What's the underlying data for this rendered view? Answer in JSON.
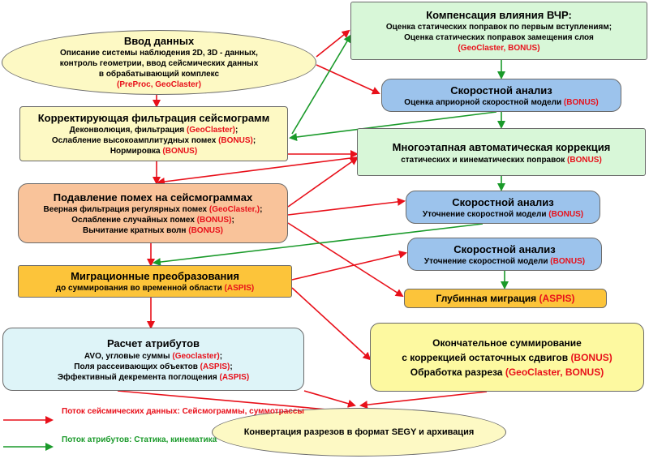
{
  "nodes": {
    "input": {
      "title": "Ввод данных",
      "lines": [
        "Описание системы наблюдения 2D, 3D - данных,",
        "контроль геометрии, ввод  сейсмических данных",
        "в обрабатывающий  комплекс"
      ],
      "software": "(PreProc, GeoClaster)"
    },
    "correct_filter": {
      "title": "Корректирующая фильтрация сейсмограмм",
      "lines": [
        {
          "text": "Деконволюция, фильтрация ",
          "sw": "(GeoClaster)",
          "tail": ";"
        },
        {
          "text": "Ослабление  высокоамплитудных помех ",
          "sw": "(BONUS)",
          "tail": ";"
        },
        {
          "text": "Нормировка ",
          "sw": "(BONUS)",
          "tail": ""
        }
      ]
    },
    "noise": {
      "title": "Подавление помех на сейсмограммах",
      "lines": [
        {
          "text": "Веерная фильтрация регулярных помех ",
          "sw": "(GeoClaster,)",
          "tail": ";"
        },
        {
          "text": "Ослабление  случайных помех ",
          "sw": "(BONUS)",
          "tail": ";"
        },
        {
          "text": "Вычитание кратных волн ",
          "sw": "(BONUS)",
          "tail": ""
        }
      ]
    },
    "migration": {
      "title": "Миграционные преобразования",
      "lines": [
        {
          "text": "до суммирования во временной области ",
          "sw": "(ASPIS)",
          "tail": ""
        }
      ]
    },
    "attributes": {
      "title": "Расчет атрибутов",
      "lines": [
        {
          "text": "AVO, угловые суммы ",
          "sw": "(Geoclaster)",
          "tail": ";"
        },
        {
          "text": "Поля рассеивающих объектов ",
          "sw": "(ASPIS)",
          "tail": ";"
        },
        {
          "text": "Эффективный декремента поглощения ",
          "sw": "(ASPIS)",
          "tail": ""
        }
      ]
    },
    "vchr": {
      "title": "Компенсация влияния ВЧР:",
      "lines": [
        "Оценка статических поправок по первым вступлениям;",
        "Оценка статических поправок замещения слоя"
      ],
      "software": "(GeoClaster, BONUS)"
    },
    "velocity1": {
      "title": "Скоростной анализ",
      "lines": [
        {
          "text": "Оценка априорной  скоростной модели ",
          "sw": "(BONUS)",
          "tail": ""
        }
      ]
    },
    "multistage": {
      "title": "Многоэтапная автоматическая коррекция",
      "lines": [
        {
          "text": "статических и кинематических поправок ",
          "sw": "(BONUS)",
          "tail": ""
        }
      ]
    },
    "velocity2": {
      "title": "Скоростной анализ",
      "lines": [
        {
          "text": "Уточнение скоростной модели ",
          "sw": "(BONUS)",
          "tail": ""
        }
      ]
    },
    "velocity3": {
      "title": "Скоростной анализ",
      "lines": [
        {
          "text": "Уточнение скоростной модели ",
          "sw": "(BONUS)",
          "tail": ""
        }
      ]
    },
    "depth_migration": {
      "title": "Глубинная  миграция ",
      "software": "(ASPIS)"
    },
    "final_stack": {
      "lines": [
        {
          "text": "Окончательное суммирование",
          "sw": "",
          "tail": ""
        },
        {
          "text": "с коррекцией остаточных сдвигов ",
          "sw": "(BONUS)",
          "tail": ""
        },
        {
          "text": "Обработка разреза ",
          "sw": "(GeoClaster, BONUS)",
          "tail": ""
        }
      ]
    },
    "segy": {
      "title": "Конвертация разрезов в формат SEGY и архивация"
    }
  },
  "legend": {
    "red_line1": "Поток  сейсмических данных:",
    "red_line2": "Сейсмограммы, суммотрассы",
    "green_line1": "Поток  атрибутов:",
    "green_line2": "Статика, кинематика"
  },
  "colors": {
    "red_arrow": "#e8101a",
    "green_arrow": "#1a9a2a",
    "software_text": "#e8101a",
    "legend_red_text": "#e8101a",
    "legend_green_text": "#1a9a2a",
    "input_fill": "#fdf9c4",
    "correct_filter_fill": "#fdf9c4",
    "noise_fill": "#f9c39a",
    "migration_fill": "#fcc43a",
    "attributes_fill": "#def4f8",
    "vchr_fill": "#d8f7d8",
    "velocity_fill": "#9cc3ec",
    "multistage_fill": "#d8f7d8",
    "depth_migration_fill": "#fcc43a",
    "final_stack_fill": "#fdf9a0",
    "segy_fill": "#fdf9c4"
  }
}
